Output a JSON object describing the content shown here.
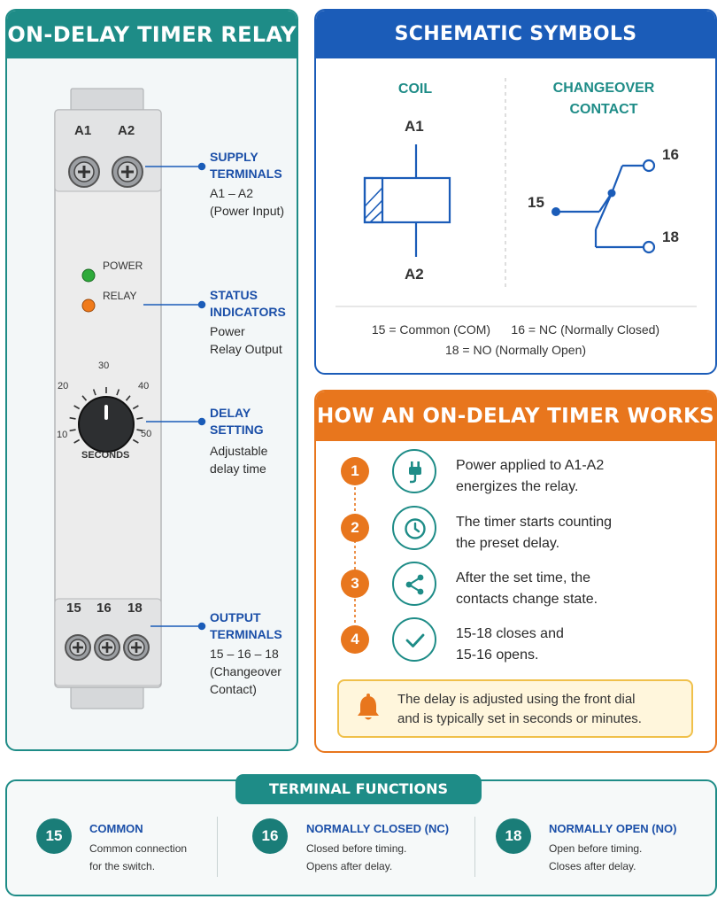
{
  "left_panel": {
    "title": "ON-DELAY TIMER RELAY",
    "device": {
      "top_terminal_labels": [
        "A1",
        "A2"
      ],
      "leds": [
        {
          "label": "POWER",
          "color": "#2eaa3a"
        },
        {
          "label": "RELAY",
          "color": "#f07a1a"
        }
      ],
      "dial": {
        "scale_labels": [
          "10",
          "20",
          "30",
          "40",
          "50"
        ],
        "unit_label": "SECONDS"
      },
      "bottom_terminal_labels": [
        "15",
        "16",
        "18"
      ]
    },
    "callouts": [
      {
        "title": "SUPPLY\nTERMINALS",
        "sub": "A1 – A2\n(Power Input)"
      },
      {
        "title": "STATUS\nINDICATORS",
        "sub": "Power\nRelay Output"
      },
      {
        "title": "DELAY\nSETTING",
        "sub": "Adjustable\ndelay time"
      },
      {
        "title": "OUTPUT\nTERMINALS",
        "sub": "15 – 16 – 18\n(Changeover\nContact)"
      }
    ]
  },
  "schematic": {
    "title": "SCHEMATIC SYMBOLS",
    "coil": {
      "heading": "COIL",
      "top_label": "A1",
      "bottom_label": "A2"
    },
    "contact": {
      "heading": "CHANGEOVER\nCONTACT",
      "labels": [
        "15",
        "16",
        "18"
      ]
    },
    "legend_line1": "15 = Common (COM)      16 = NC (Normally Closed)",
    "legend_line2": "18 = NO (Normally Open)"
  },
  "how_it_works": {
    "title": "HOW AN ON-DELAY TIMER WORKS",
    "steps": [
      {
        "number": "1",
        "icon": "plug-icon",
        "text": "Power applied to A1-A2\nenergizes the relay."
      },
      {
        "number": "2",
        "icon": "clock-icon",
        "text": "The timer starts counting\nthe preset delay."
      },
      {
        "number": "3",
        "icon": "share-icon",
        "text": "After the set time, the\ncontacts change state."
      },
      {
        "number": "4",
        "icon": "checkmark-icon",
        "text": "15-18 closes and\n15-16 opens."
      }
    ],
    "note": "The delay is adjusted using the front dial\nand is typically set in seconds or minutes."
  },
  "terminal_functions": {
    "title": "TERMINAL FUNCTIONS",
    "items": [
      {
        "number": "15",
        "name": "COMMON",
        "desc": "Common connection\nfor the switch."
      },
      {
        "number": "16",
        "name": "NORMALLY CLOSED (NC)",
        "desc": "Closed before timing.\nOpens after delay."
      },
      {
        "number": "18",
        "name": "NORMALLY OPEN (NO)",
        "desc": "Open before timing.\nCloses after delay."
      }
    ]
  },
  "colors": {
    "teal": "#1e8c87",
    "blue": "#1b5cb8",
    "orange": "#e8761d",
    "note_yellow": "#f0c04a"
  }
}
